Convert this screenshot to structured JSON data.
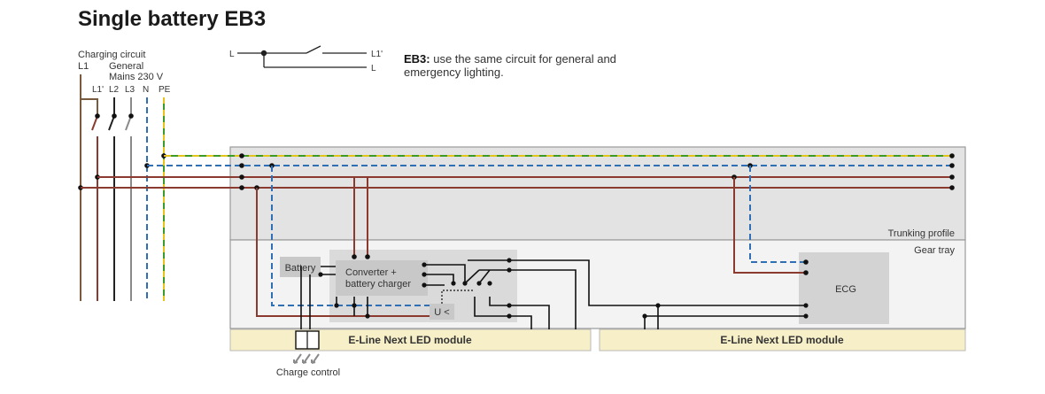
{
  "title": "Single battery EB3",
  "note": {
    "bold": "EB3:",
    "text": " use the same circuit for general and emergency lighting."
  },
  "switch_symbol": {
    "in_label": "L",
    "out1_label": "L1'",
    "out2_label": "L"
  },
  "supply": {
    "charging_circuit": "Charging circuit",
    "charging_line": "L1",
    "general": "General",
    "mains": "Mains 230 V",
    "lines": [
      "L1'",
      "L2",
      "L3",
      "N",
      "PE"
    ]
  },
  "areas": {
    "trunking_profile": "Trunking profile",
    "gear_tray": "Gear tray"
  },
  "components": {
    "battery": "Battery",
    "converter_line1": "Converter +",
    "converter_line2": "battery charger",
    "undervoltage": "U <",
    "ecg": "ECG"
  },
  "modules": [
    "E-Line Next LED module",
    "E-Line Next LED module"
  ],
  "charge_control": "Charge control",
  "colors": {
    "phase": "#8b3a2f",
    "phase_l1": "#7a5a3c",
    "l2": "#222222",
    "l3": "#8a8a8a",
    "neutral": "#2f6fb5",
    "pe_green": "#3a9a2a",
    "pe_yellow": "#e6c21a",
    "panel": "#e4e4e4",
    "module": "#f7efc8",
    "component": "#c8c8c8"
  }
}
